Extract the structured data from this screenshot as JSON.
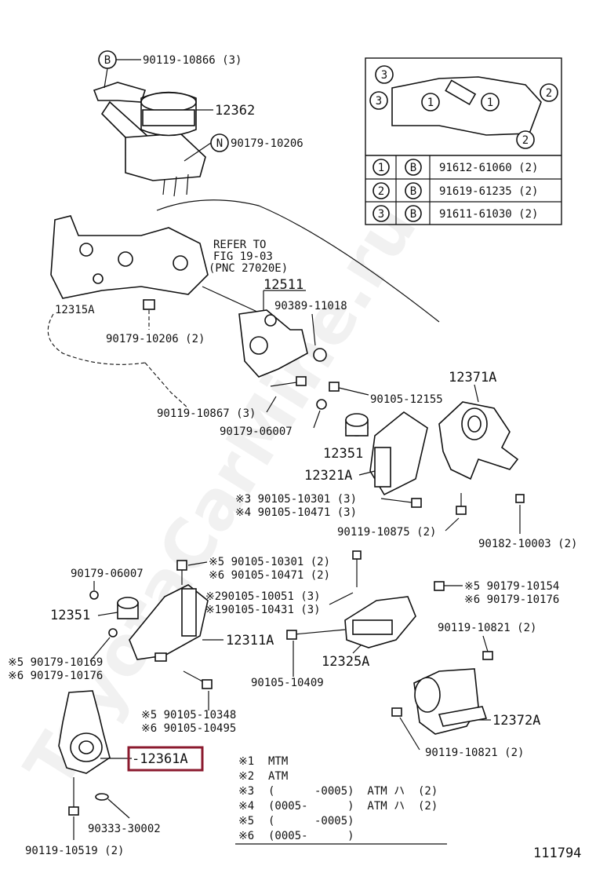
{
  "watermark": "ToyotaCarMine.ru",
  "figure_number": "111794",
  "labels": {
    "p_90119_10866": "90119-10866 (3)",
    "p_12362": "12362",
    "p_90179_10206_top": "90179-10206",
    "p_12315A": "12315A",
    "p_90179_10206_2": "90179-10206 (2)",
    "p_90119_10867": "90119-10867 (3)",
    "p_90179_06007_mid": "90179-06007",
    "refer_line1": "REFER TO",
    "refer_line2": "FIG 19-03",
    "refer_line3": "(PNC 27020E)",
    "p_12511": "12511",
    "p_90389_11018": "90389-11018",
    "p_12371A": "12371A",
    "p_90105_12155": "90105-12155",
    "p_12351_mid": "12351",
    "p_12321A": "12321A",
    "p_x3_90105_10301": "※3 90105-10301 (3)",
    "p_x4_90105_10471": "※4 90105-10471 (3)",
    "p_90119_10875": "90119-10875 (2)",
    "p_90182_10003": "90182-10003 (2)",
    "p_90179_06007_low": "90179-06007",
    "p_x5_90105_10301": "※5 90105-10301 (2)",
    "p_x6_90105_10471": "※6 90105-10471 (2)",
    "p_x2_90105_10051": "※290105-10051 (3)",
    "p_x1_90105_10431": "※190105-10431 (3)",
    "p_x5_90179_10154": "※5 90179-10154",
    "p_x6_90179_10176_r": "※6 90179-10176",
    "p_12351_low": "12351",
    "p_12311A": "12311A",
    "p_12325A": "12325A",
    "p_90119_10821_top": "90119-10821 (2)",
    "p_x5_90179_10169": "※5 90179-10169",
    "p_x6_90179_10176_l": "※6 90179-10176",
    "p_90105_10409": "90105-10409",
    "p_x5_90105_10348": "※5 90105-10348",
    "p_x6_90105_10495": "※6 90105-10495",
    "p_12372A": "12372A",
    "p_12361A": "-12361A",
    "p_90119_10821_bot": "90119-10821 (2)",
    "p_90333_30002": "90333-30002",
    "p_90119_10519": "90119-10519 (2)",
    "circle_B": "B",
    "circle_N": "N"
  },
  "bolt_table": {
    "inset_markers": [
      "3",
      "3",
      "1",
      "1",
      "2",
      "2"
    ],
    "rows": [
      {
        "num": "1",
        "type": "B",
        "part": "91612-61060 (2)"
      },
      {
        "num": "2",
        "type": "B",
        "part": "91619-61235 (2)"
      },
      {
        "num": "3",
        "type": "B",
        "part": "91611-61030 (2)"
      }
    ]
  },
  "notes": [
    {
      "mark": "※1",
      "text": "MTM"
    },
    {
      "mark": "※2",
      "text": "ATM"
    },
    {
      "mark": "※3",
      "text": "(      -0005)  ATM ハ  (2)"
    },
    {
      "mark": "※4",
      "text": "(0005-      )  ATM ハ  (2)"
    },
    {
      "mark": "※5",
      "text": "(      -0005)"
    },
    {
      "mark": "※6",
      "text": "(0005-      )"
    }
  ],
  "colors": {
    "ink": "#111111",
    "highlight": "#8b1a2e",
    "background": "#ffffff",
    "watermark": "#d8d8d8"
  }
}
